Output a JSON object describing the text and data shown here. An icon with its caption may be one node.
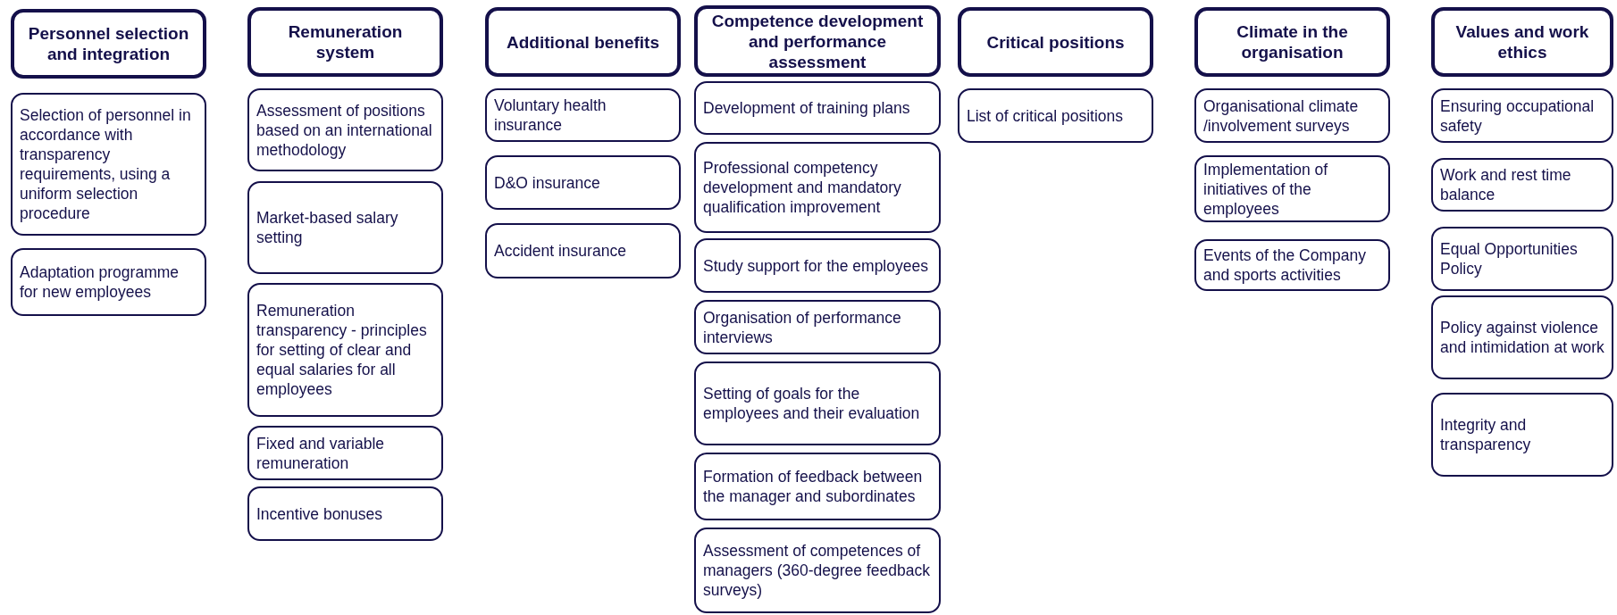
{
  "diagram": {
    "nodes": [
      {
        "text": [
          "Personnel selection and integration"
        ]
      },
      {
        "text": [
          "Selection of personnel in accordance with transparency requirements, using a uniform selection procedure"
        ]
      },
      {
        "text": [
          "Adaptation programme for new employees"
        ]
      },
      {
        "text": [
          "Remuneration system"
        ]
      },
      {
        "text": [
          "Assessment of positions based on an international methodology"
        ]
      },
      {
        "text": [
          "Market-based salary setting"
        ]
      },
      {
        "text": [
          "Remuneration transparency - principles for setting of clear and equal salaries for all employees"
        ]
      },
      {
        "text": [
          "Fixed and variable remuneration"
        ]
      },
      {
        "text": [
          "Incentive bonuses"
        ]
      },
      {
        "text": [
          "Additional benefits"
        ]
      },
      {
        "text": [
          "Voluntary health insurance"
        ]
      },
      {
        "text": [
          "D&O insurance"
        ]
      },
      {
        "text": [
          "Accident insurance"
        ]
      },
      {
        "text": [
          "Competence development and performance assessment"
        ]
      },
      {
        "text": [
          "Development of training plans"
        ]
      },
      {
        "text": [
          "Professional competency development and mandatory qualification improvement"
        ]
      },
      {
        "text": [
          "Study support for the employees"
        ]
      },
      {
        "text": [
          "Organisation of performance interviews"
        ]
      },
      {
        "text": [
          "Setting of goals for the employees and their evaluation"
        ]
      },
      {
        "text": [
          "Formation of feedback between the manager and subordinates"
        ]
      },
      {
        "text": [
          "Assessment of competences of managers (360-degree feedback surveys)"
        ]
      },
      {
        "text": [
          "Critical positions"
        ]
      },
      {
        "text": [
          "List of critical positions"
        ]
      },
      {
        "text": [
          "Climate in the organisation"
        ]
      },
      {
        "text": [
          "Organisational climate /involvement surveys"
        ]
      },
      {
        "text": [
          "Implementation of initiatives of the employees"
        ]
      },
      {
        "text": [
          "Events of the Company and sports activities"
        ]
      },
      {
        "text": [
          "Values and work ethics"
        ]
      },
      {
        "text": [
          "Ensuring occupational safety"
        ]
      },
      {
        "text": [
          "Work and rest time balance"
        ]
      },
      {
        "text": [
          "Equal Opportunities Policy"
        ]
      },
      {
        "text": [
          "Policy against violence and intimidation at work"
        ]
      },
      {
        "text": [
          "Integrity and transparency"
        ]
      }
    ]
  }
}
